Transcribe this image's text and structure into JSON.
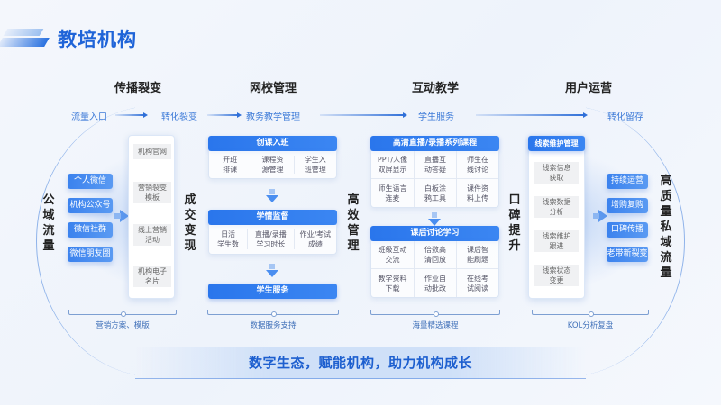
{
  "title": "教培机构",
  "colors": {
    "accent": "#2a76ec",
    "title": "#1f64d8",
    "flow_text": "#3e7bd8",
    "banner_text": "#1d5fcf"
  },
  "sections": [
    {
      "title": "传播裂变"
    },
    {
      "title": "网校管理"
    },
    {
      "title": "互动教学"
    },
    {
      "title": "用户运营"
    }
  ],
  "flow": [
    "流量入口",
    "转化裂变",
    "教务教学管理",
    "学生服务",
    "转化留存"
  ],
  "side_labels": {
    "public_traffic": "公域流量",
    "conversion": "成交变现",
    "efficient_mgmt": "高效管理",
    "reputation": "口碑提升",
    "private_traffic": "高质量私域流量"
  },
  "left_pills": [
    "个人微信",
    "机构公众号",
    "微信社群",
    "微信朋友圈"
  ],
  "spread_panel": [
    "机构官网",
    "营销裂变\n模板",
    "线上营销\n活动",
    "机构电子\n名片"
  ],
  "school_mgmt": {
    "blocks": [
      {
        "title": "创课入班",
        "items": [
          "开班\n排课",
          "课程资\n源管理",
          "学生入\n班管理"
        ]
      },
      {
        "title": "学情监督",
        "items": [
          "日活\n学生数",
          "直播/录播\n学习时长",
          "作业/考试\n成绩"
        ]
      },
      {
        "title": "学生服务",
        "items": []
      }
    ]
  },
  "interactive": {
    "blocks": [
      {
        "title": "高清直播/录播系列课程",
        "items": [
          "PPT/人像\n双屏显示",
          "直播互\n动答疑",
          "师生在\n线讨论",
          "师生语言\n连麦",
          "白板涂\n鸦工具",
          "课件资\n料上传"
        ]
      },
      {
        "title": "课后讨论学习",
        "items": [
          "班级互动\n交流",
          "倍数高\n清回放",
          "课后智\n能刷题",
          "教学资料\n下载",
          "作业自\n动批改",
          "在线考\n试阅读"
        ]
      }
    ]
  },
  "user_ops": {
    "title": "线索维护管理",
    "items": [
      "线索信息\n获取",
      "线索数据\n分析",
      "线索维护\n跟进",
      "线索状态\n变更"
    ]
  },
  "right_pills": [
    "持续运营",
    "增购复购",
    "口碑传播",
    "老带新裂变"
  ],
  "brackets": [
    "营销方案、模版",
    "数据服务支持",
    "海量精选课程",
    "KOL分析复盘"
  ],
  "banner": "数字生态，赋能机构，助力机构成长"
}
